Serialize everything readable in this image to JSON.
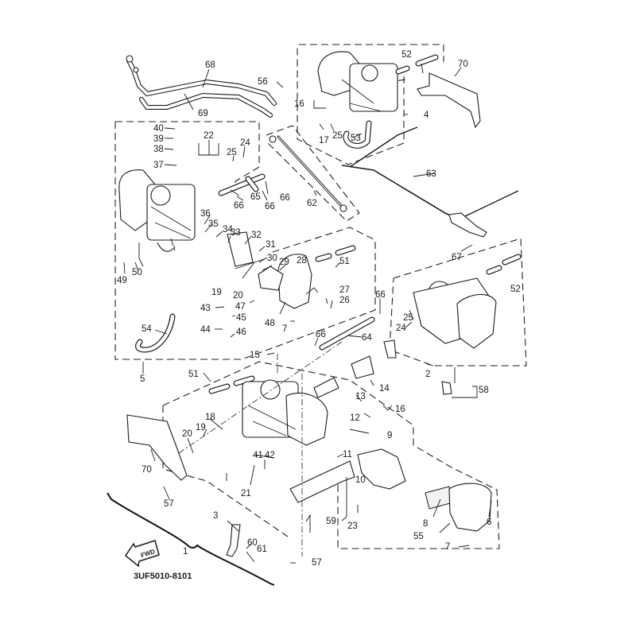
{
  "diagram": {
    "title": "Carburetor assembly exploded parts diagram",
    "part_code": "3UF5010-8101",
    "fwd_arrow_label": "FWD",
    "callouts": [
      {
        "id": "c1",
        "label": "1"
      },
      {
        "id": "c2",
        "label": "2"
      },
      {
        "id": "c3",
        "label": "3"
      },
      {
        "id": "c4",
        "label": "4"
      },
      {
        "id": "c5",
        "label": "5"
      },
      {
        "id": "c6",
        "label": "6"
      },
      {
        "id": "c7a",
        "label": "7"
      },
      {
        "id": "c7b",
        "label": "7"
      },
      {
        "id": "c8",
        "label": "8"
      },
      {
        "id": "c9",
        "label": "9"
      },
      {
        "id": "c10",
        "label": "10"
      },
      {
        "id": "c11",
        "label": "11"
      },
      {
        "id": "c12",
        "label": "12"
      },
      {
        "id": "c13",
        "label": "13"
      },
      {
        "id": "c14",
        "label": "14"
      },
      {
        "id": "c15",
        "label": "15"
      },
      {
        "id": "c16a",
        "label": "16"
      },
      {
        "id": "c16b",
        "label": "16"
      },
      {
        "id": "c17",
        "label": "17"
      },
      {
        "id": "c18",
        "label": "18"
      },
      {
        "id": "c19a",
        "label": "19"
      },
      {
        "id": "c19b",
        "label": "19"
      },
      {
        "id": "c20a",
        "label": "20"
      },
      {
        "id": "c20b",
        "label": "20"
      },
      {
        "id": "c21",
        "label": "21"
      },
      {
        "id": "c22",
        "label": "22"
      },
      {
        "id": "c23",
        "label": "23"
      },
      {
        "id": "c24a",
        "label": "24"
      },
      {
        "id": "c24b",
        "label": "24"
      },
      {
        "id": "c25a",
        "label": "25"
      },
      {
        "id": "c25b",
        "label": "25"
      },
      {
        "id": "c25c",
        "label": "25"
      },
      {
        "id": "c26",
        "label": "26"
      },
      {
        "id": "c27",
        "label": "27"
      },
      {
        "id": "c28",
        "label": "28"
      },
      {
        "id": "c29",
        "label": "29"
      },
      {
        "id": "c30",
        "label": "30"
      },
      {
        "id": "c31",
        "label": "31"
      },
      {
        "id": "c32",
        "label": "32"
      },
      {
        "id": "c33",
        "label": "33"
      },
      {
        "id": "c34",
        "label": "34"
      },
      {
        "id": "c35",
        "label": "35"
      },
      {
        "id": "c36",
        "label": "36"
      },
      {
        "id": "c37",
        "label": "37"
      },
      {
        "id": "c38",
        "label": "38"
      },
      {
        "id": "c39",
        "label": "39"
      },
      {
        "id": "c40",
        "label": "40"
      },
      {
        "id": "c41",
        "label": "41"
      },
      {
        "id": "c42",
        "label": "42"
      },
      {
        "id": "c43",
        "label": "43"
      },
      {
        "id": "c44",
        "label": "44"
      },
      {
        "id": "c45",
        "label": "45"
      },
      {
        "id": "c46",
        "label": "46"
      },
      {
        "id": "c47",
        "label": "47"
      },
      {
        "id": "c48",
        "label": "48"
      },
      {
        "id": "c49",
        "label": "49"
      },
      {
        "id": "c50",
        "label": "50"
      },
      {
        "id": "c51a",
        "label": "51"
      },
      {
        "id": "c51b",
        "label": "51"
      },
      {
        "id": "c52a",
        "label": "52"
      },
      {
        "id": "c52b",
        "label": "52"
      },
      {
        "id": "c53",
        "label": "53"
      },
      {
        "id": "c54",
        "label": "54"
      },
      {
        "id": "c55",
        "label": "55"
      },
      {
        "id": "c56",
        "label": "56"
      },
      {
        "id": "c57a",
        "label": "57"
      },
      {
        "id": "c57b",
        "label": "57"
      },
      {
        "id": "c58",
        "label": "58"
      },
      {
        "id": "c59",
        "label": "59"
      },
      {
        "id": "c60",
        "label": "60"
      },
      {
        "id": "c61",
        "label": "61"
      },
      {
        "id": "c62",
        "label": "62"
      },
      {
        "id": "c63",
        "label": "63"
      },
      {
        "id": "c64",
        "label": "64"
      },
      {
        "id": "c65",
        "label": "65"
      },
      {
        "id": "c66a",
        "label": "66"
      },
      {
        "id": "c66b",
        "label": "66"
      },
      {
        "id": "c66c",
        "label": "66"
      },
      {
        "id": "c66d",
        "label": "66"
      },
      {
        "id": "c66e",
        "label": "66"
      },
      {
        "id": "c67",
        "label": "67"
      },
      {
        "id": "c68",
        "label": "68"
      },
      {
        "id": "c69",
        "label": "69"
      },
      {
        "id": "c70a",
        "label": "70"
      },
      {
        "id": "c70b",
        "label": "70"
      }
    ]
  }
}
